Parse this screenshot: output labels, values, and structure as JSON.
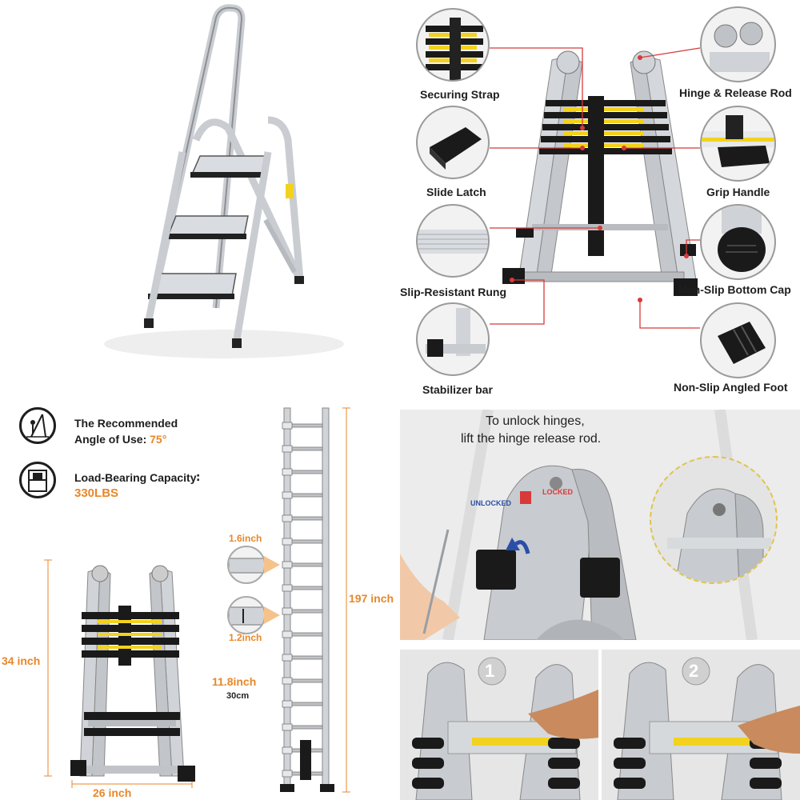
{
  "callouts": {
    "securing_strap": "Securing Strap",
    "slide_latch": "Slide Latch",
    "slip_resistant_rung": "Slip-Resistant Rung",
    "stabilizer_bar": "Stabilizer bar",
    "hinge_release_rod": "Hinge & Release Rod",
    "grip_handle": "Grip Handle",
    "non_slip_bottom_cap": "Non-Slip Bottom Cap",
    "non_slip_angled_foot": "Non-Slip Angled Foot"
  },
  "specs": {
    "angle_label": "The Recommended",
    "angle_label2": "Angle of Use:",
    "angle_value": "75°",
    "load_label": "Load-Bearing Capacity∶",
    "load_value": "330LBS"
  },
  "dimensions": {
    "folded_height": "34 inch",
    "folded_width": "26 inch",
    "extended_height": "197 inch",
    "rung_width": "1.6inch",
    "rung_depth": "1.2inch",
    "rung_spacing": "11.8inch",
    "rung_spacing_cm": "30cm"
  },
  "unlock": {
    "line1": "To unlock hinges,",
    "line2": "lift the hinge release rod.",
    "unlocked": "UNLOCKED",
    "locked": "LOCKED"
  },
  "steps": {
    "step1": "1",
    "step2": "2"
  },
  "colors": {
    "accent": "#e8872a",
    "frame": "#1e1e1e",
    "hinge_red": "#d83a3a",
    "unlock_blue": "#2a4fa8"
  }
}
